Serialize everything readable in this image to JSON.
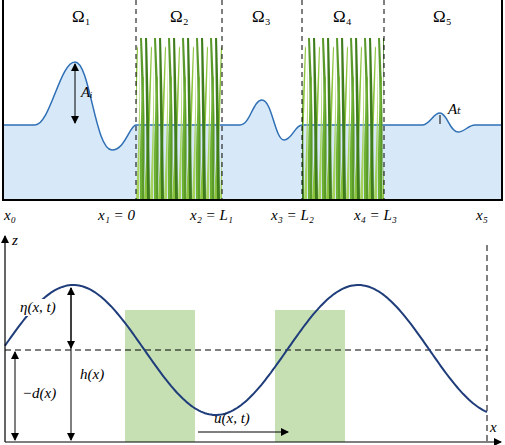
{
  "diagram": {
    "labels": [
      "Ω₁",
      "Ω₂",
      "Ω₃",
      "Ω₄",
      "Ω₅",
      "Aᵢ",
      "Aₜ",
      "x₀",
      "x₁ = 0",
      "x₂ = L₁",
      "x₃ = L₂",
      "x₄ = L₃",
      "x₅",
      "z",
      "η(x, t)",
      "h(x)",
      "−d(x)",
      "u(x, t)",
      "x"
    ]
  }
}
